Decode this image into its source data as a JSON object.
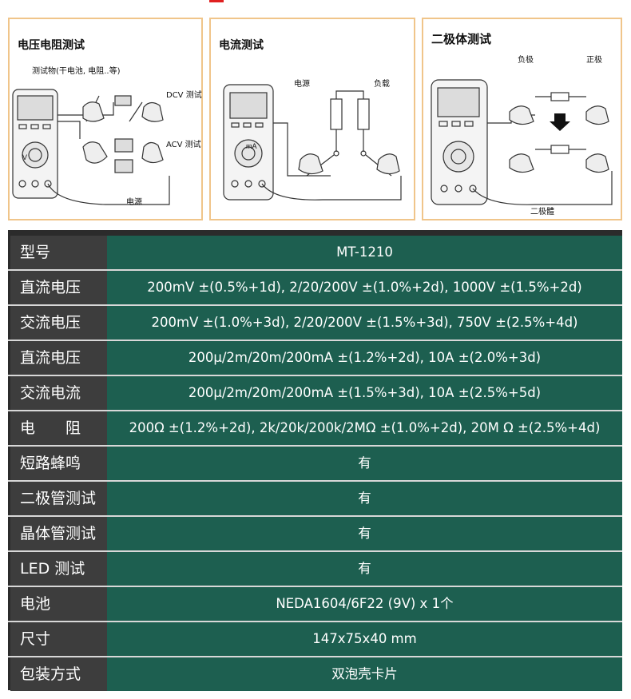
{
  "diagrams": [
    {
      "title": "电压电阻测试",
      "notes": [
        "测试物(干电池, 电阻..等)",
        "DCV 测试",
        "ACV 测试",
        "电源"
      ],
      "meter_labels": [
        "V"
      ]
    },
    {
      "title": "电流测试",
      "notes": [
        "电源",
        "负载"
      ],
      "meter_labels": [
        "mA"
      ]
    },
    {
      "title": "二极体测试",
      "notes": [
        "负极",
        "正极",
        "二极體"
      ],
      "meter_labels": []
    }
  ],
  "specs": {
    "rows": [
      {
        "label": "型号",
        "value": "MT-1210"
      },
      {
        "label": "直流电压",
        "value": "200mV ±(0.5%+1d), 2/20/200V ±(1.0%+2d), 1000V ±(1.5%+2d)"
      },
      {
        "label": "交流电压",
        "value": "200mV ±(1.0%+3d), 2/20/200V ±(1.5%+3d), 750V ±(2.5%+4d)"
      },
      {
        "label": "直流电压",
        "value": "200μ/2m/20m/200mA ±(1.2%+2d), 10A ±(2.0%+3d)"
      },
      {
        "label": "交流电流",
        "value": "200μ/2m/20m/200mA ±(1.5%+3d), 10A ±(2.5%+5d)"
      },
      {
        "label": "电　　阻",
        "value": "200Ω ±(1.2%+2d), 2k/20k/200k/2MΩ ±(1.0%+2d), 20M Ω ±(2.5%+4d)"
      },
      {
        "label": "短路蜂鸣",
        "value": "有"
      },
      {
        "label": "二极管测试",
        "value": "有"
      },
      {
        "label": "晶体管测试",
        "value": "有"
      },
      {
        "label": "LED 测试",
        "value": "有"
      },
      {
        "label": "电池",
        "value": "NEDA1604/6F22 (9V) x 1个"
      },
      {
        "label": "尺寸",
        "value": "147x75x40 mm"
      },
      {
        "label": "包装方式",
        "value": "双泡壳卡片"
      }
    ]
  }
}
